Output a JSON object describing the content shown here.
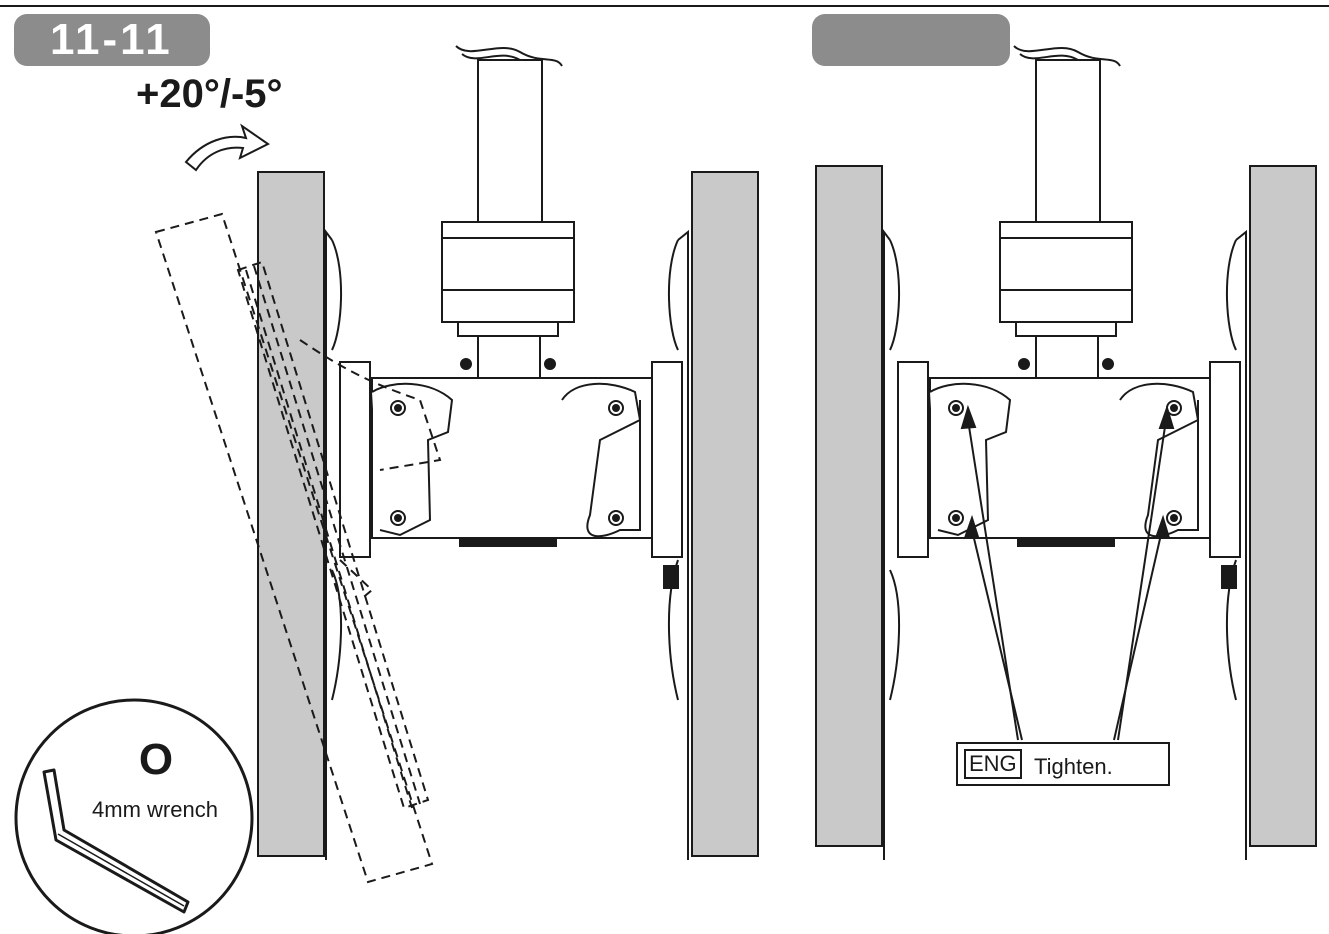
{
  "step": {
    "number": "11-11"
  },
  "rotation": {
    "label": "+20°/-5°"
  },
  "tool": {
    "letter": "O",
    "name": "4mm wrench"
  },
  "callout": {
    "language": "ENG",
    "instruction": "Tighten."
  },
  "colors": {
    "wall": "#c9c9c9",
    "badge": "#8c8c8c",
    "line": "#1a1a1a"
  }
}
